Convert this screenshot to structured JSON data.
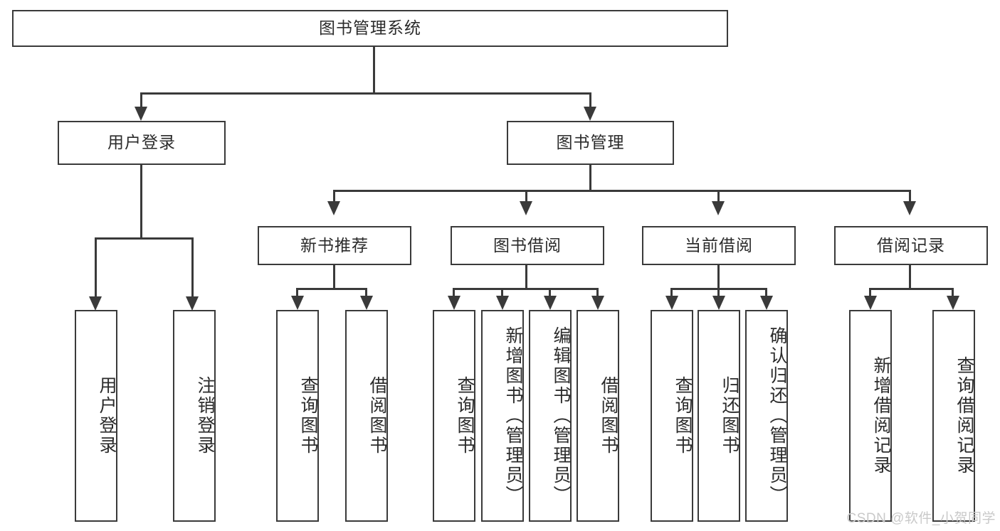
{
  "diagram": {
    "title": "图书管理系统",
    "type": "hierarchy-tree",
    "root": {
      "id": "root",
      "label": "图书管理系统",
      "orientation": "horizontal"
    },
    "level2": [
      {
        "id": "user-login",
        "label": "用户登录",
        "orientation": "horizontal"
      },
      {
        "id": "book-manage",
        "label": "图书管理",
        "orientation": "horizontal"
      }
    ],
    "level3": [
      {
        "id": "new-book-recommend",
        "label": "新书推荐",
        "orientation": "horizontal",
        "parent": "book-manage"
      },
      {
        "id": "book-borrow",
        "label": "图书借阅",
        "orientation": "horizontal",
        "parent": "book-manage"
      },
      {
        "id": "current-borrow",
        "label": "当前借阅",
        "orientation": "horizontal",
        "parent": "book-manage"
      },
      {
        "id": "borrow-record",
        "label": "借阅记录",
        "orientation": "horizontal",
        "parent": "book-manage"
      }
    ],
    "leaves": [
      {
        "id": "leaf-user-login",
        "label": "用户登录",
        "orientation": "vertical",
        "parent": "user-login"
      },
      {
        "id": "leaf-user-logout",
        "label": "注销登录",
        "orientation": "vertical",
        "parent": "user-login"
      },
      {
        "id": "leaf-query-book-1",
        "label": "查询图书",
        "orientation": "vertical",
        "parent": "new-book-recommend"
      },
      {
        "id": "leaf-borrow-book-1",
        "label": "借阅图书",
        "orientation": "vertical",
        "parent": "new-book-recommend"
      },
      {
        "id": "leaf-query-book-2",
        "label": "查询图书",
        "orientation": "vertical",
        "parent": "book-borrow"
      },
      {
        "id": "leaf-add-book",
        "label": "新增图书（管理员）",
        "orientation": "vertical",
        "parent": "book-borrow"
      },
      {
        "id": "leaf-edit-book",
        "label": "编辑图书（管理员）",
        "orientation": "vertical",
        "parent": "book-borrow"
      },
      {
        "id": "leaf-borrow-book-2",
        "label": "借阅图书",
        "orientation": "vertical",
        "parent": "book-borrow"
      },
      {
        "id": "leaf-query-book-3",
        "label": "查询图书",
        "orientation": "vertical",
        "parent": "current-borrow"
      },
      {
        "id": "leaf-return-book",
        "label": "归还图书",
        "orientation": "vertical",
        "parent": "current-borrow"
      },
      {
        "id": "leaf-confirm-return",
        "label": "确认归还（管理员）",
        "orientation": "vertical",
        "parent": "current-borrow"
      },
      {
        "id": "leaf-add-record",
        "label": "新增借阅记录",
        "orientation": "vertical",
        "parent": "borrow-record"
      },
      {
        "id": "leaf-query-record",
        "label": "查询借阅记录",
        "orientation": "vertical",
        "parent": "borrow-record"
      }
    ]
  },
  "watermark": {
    "text": "CSDN @软件_小贺同学"
  },
  "colors": {
    "stroke": "#3a3a3a",
    "text": "#2b2b2b",
    "background": "#ffffff",
    "watermark": "#c9c9c9"
  }
}
